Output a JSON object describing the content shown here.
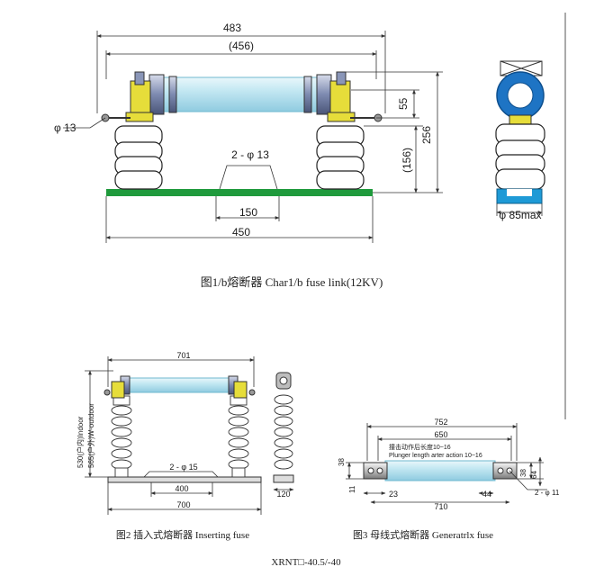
{
  "colors": {
    "tube": "#c6e9f3",
    "tube_edge": "#6fb8cf",
    "cap_steel": "#8a96b8",
    "bracket": "#e6dd3a",
    "base_green": "#1f9a3c",
    "insulator": "#ffffff",
    "end_ring": "#1e74c4",
    "dim_line": "#333333"
  },
  "figure1": {
    "dims": {
      "overall_length": "483",
      "body_length": "(456)",
      "diameter_13": "φ 13",
      "cap_offset_55": "55",
      "total_height": "256",
      "insulator_height": "(156)",
      "holes": "2 - φ 13",
      "hole_spacing": "150",
      "base_length": "450",
      "side_width": "φ 85max"
    },
    "caption": "图1/b熔断器 Char1/b fuse link(12KV)"
  },
  "figure2": {
    "dims": {
      "length_701": "701",
      "holes": "2 - φ 15",
      "hole_spacing": "400",
      "base_length": "700",
      "side_width": "120",
      "height_indoor": "530(户内)Indoor",
      "height_outdoor": "565(户外)W-outdoor"
    },
    "caption": "图2 插入式熔断器 Inserting fuse"
  },
  "figure3": {
    "dims": {
      "overall": "752",
      "inner": "650",
      "plunger_cn": "撞击动作后长度10~16",
      "plunger_en": "Plunger length arter action 10~16",
      "cap_height": "38",
      "left_11": "11",
      "left_23": "23",
      "right_44": "44",
      "right_38": "38",
      "right_64": "64",
      "holes": "2 - φ 11",
      "base": "710"
    },
    "caption": "图3 母线式熔断器 Generatrlx fuse"
  },
  "model_label": "XRNT□-40.5/-40"
}
